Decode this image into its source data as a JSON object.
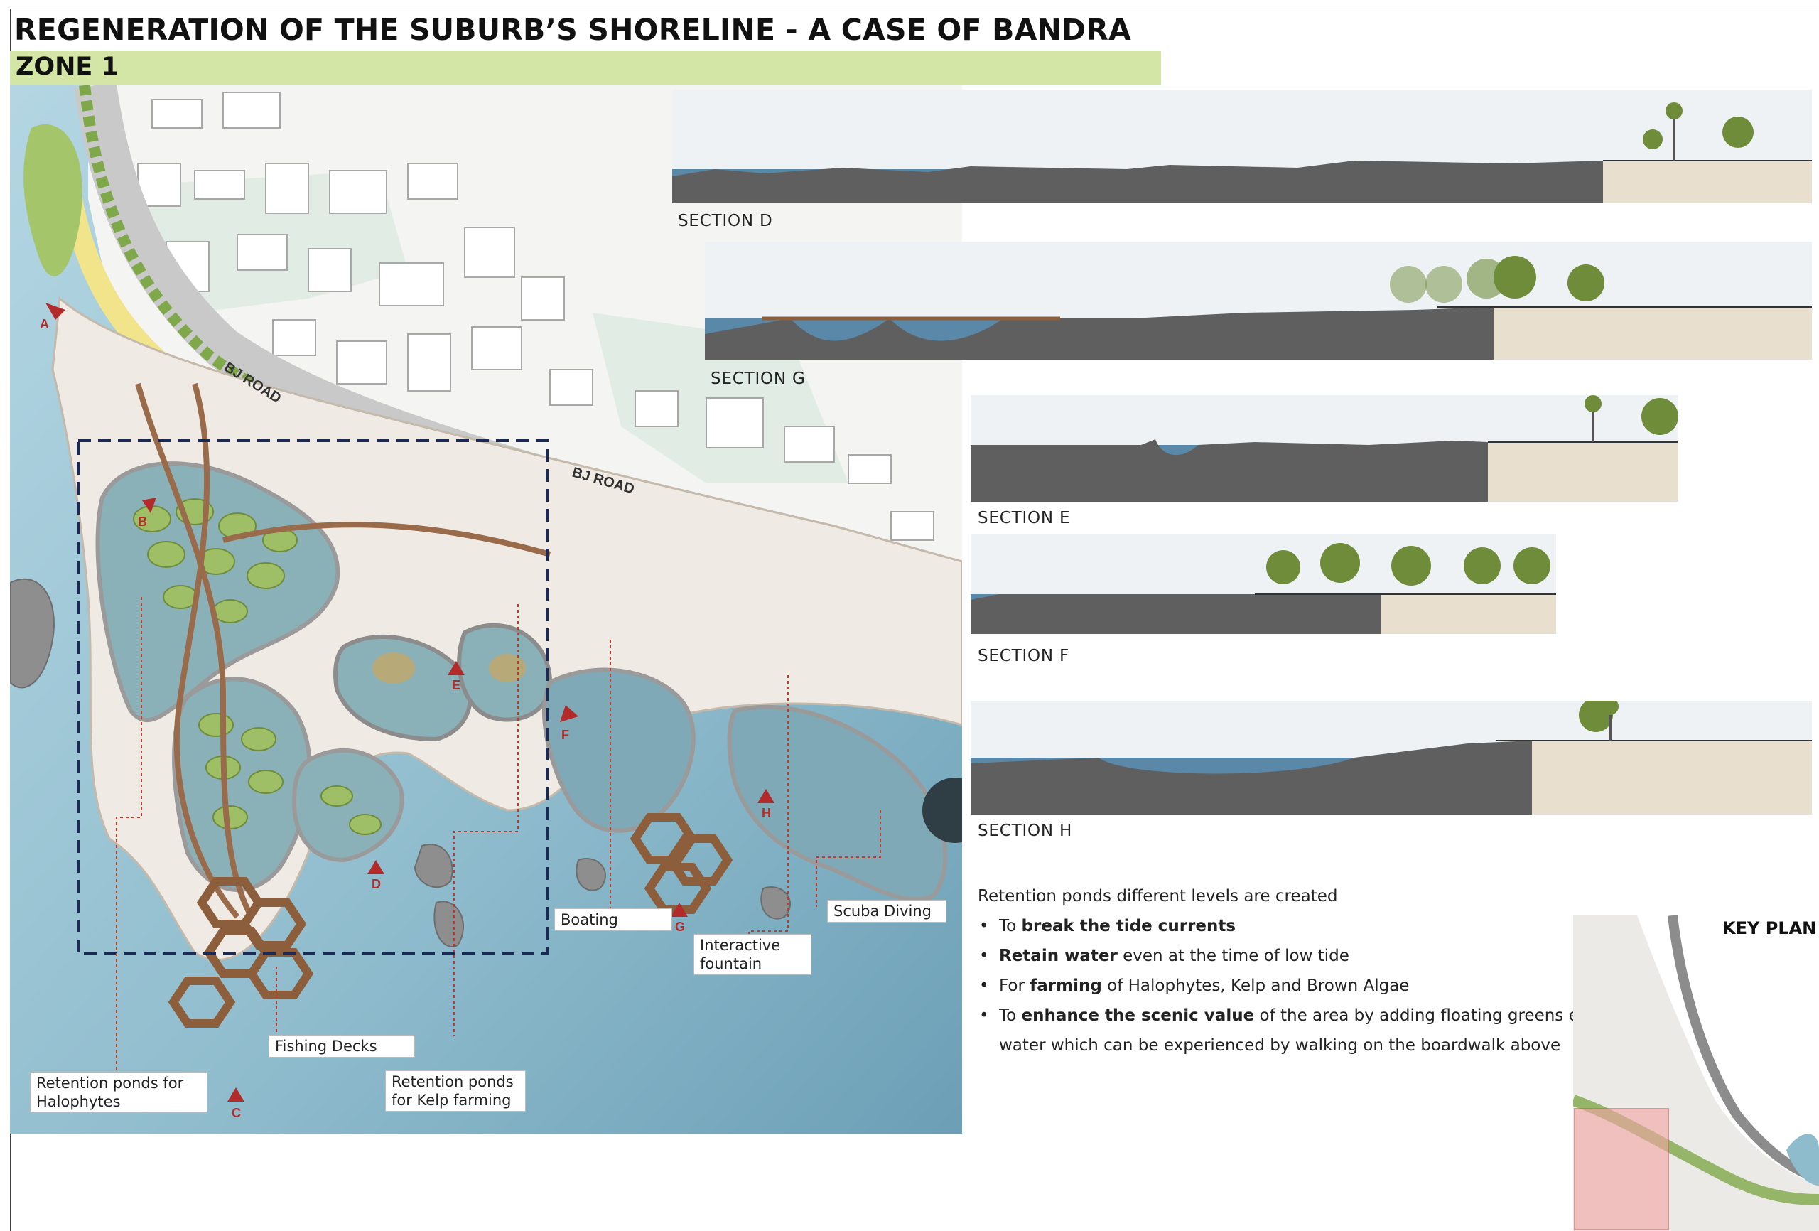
{
  "header": {
    "title": "REGENERATION OF THE SUBURB’S SHORELINE - A CASE OF BANDRA",
    "zone": "ZONE 1"
  },
  "plan": {
    "road_labels": [
      "BJ ROAD",
      "BJ ROAD"
    ],
    "section_markers": [
      "A",
      "B",
      "C",
      "D",
      "E",
      "F",
      "G",
      "H"
    ],
    "callouts": {
      "halophytes": "Retention ponds for\nHalophytes",
      "fishing_decks": "Fishing Decks",
      "kelp": "Retention ponds\nfor Kelp farming",
      "boating": "Boating",
      "fountain": "Interactive\nfountain",
      "scuba": "Scuba Diving"
    }
  },
  "sections": {
    "d": "SECTION D",
    "g": "SECTION G",
    "e": "SECTION E",
    "f": "SECTION F",
    "h": "SECTION H"
  },
  "notes": {
    "intro": "Retention ponds different levels are created",
    "bullet": "•",
    "items": [
      {
        "pre": "To ",
        "bold": "break the tide currents",
        "post": ""
      },
      {
        "pre": "",
        "bold": "Retain water",
        "post": " even at the time of low tide"
      },
      {
        "pre": "For ",
        "bold": "farming",
        "post": " of Halophytes, Kelp and Brown Algae"
      },
      {
        "pre": "To ",
        "bold": "enhance the scenic value",
        "post": " of the area by adding floating greens effect in"
      },
      {
        "pre": "",
        "bold": "",
        "post": "water which can be experienced by walking on the boardwalk above"
      }
    ]
  },
  "keyplan": {
    "label": "KEY PLAN"
  },
  "colors": {
    "zone_band": "#d3e6a6",
    "water": "#8bb8c9",
    "rock": "#5e5e5e",
    "promenade": "#f0ece6",
    "vegetation": "#7fa84a",
    "path_yellow": "#f1e48b",
    "deck_brown": "#9a6b4a",
    "highlight": "#f4a5a5"
  }
}
